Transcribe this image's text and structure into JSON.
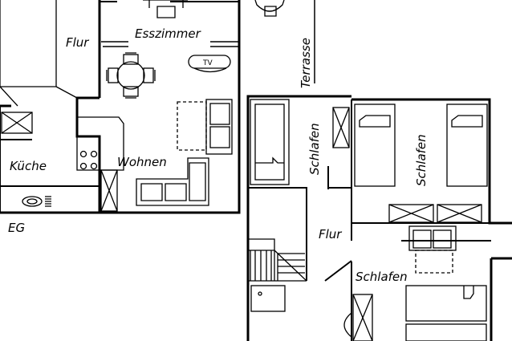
{
  "floorplan": {
    "labels": {
      "flur_eg": "Flur",
      "esszimmer": "Esszimmer",
      "terrasse": "Terrasse",
      "tv": "TV",
      "kueche": "Küche",
      "wohnen": "Wohnen",
      "eg": "EG",
      "schlafen_1": "Schlafen",
      "schlafen_2": "Schlafen",
      "flur_og": "Flur",
      "schlafen_3": "Schlafen"
    },
    "colors": {
      "line": "#000000",
      "background": "#ffffff"
    }
  }
}
